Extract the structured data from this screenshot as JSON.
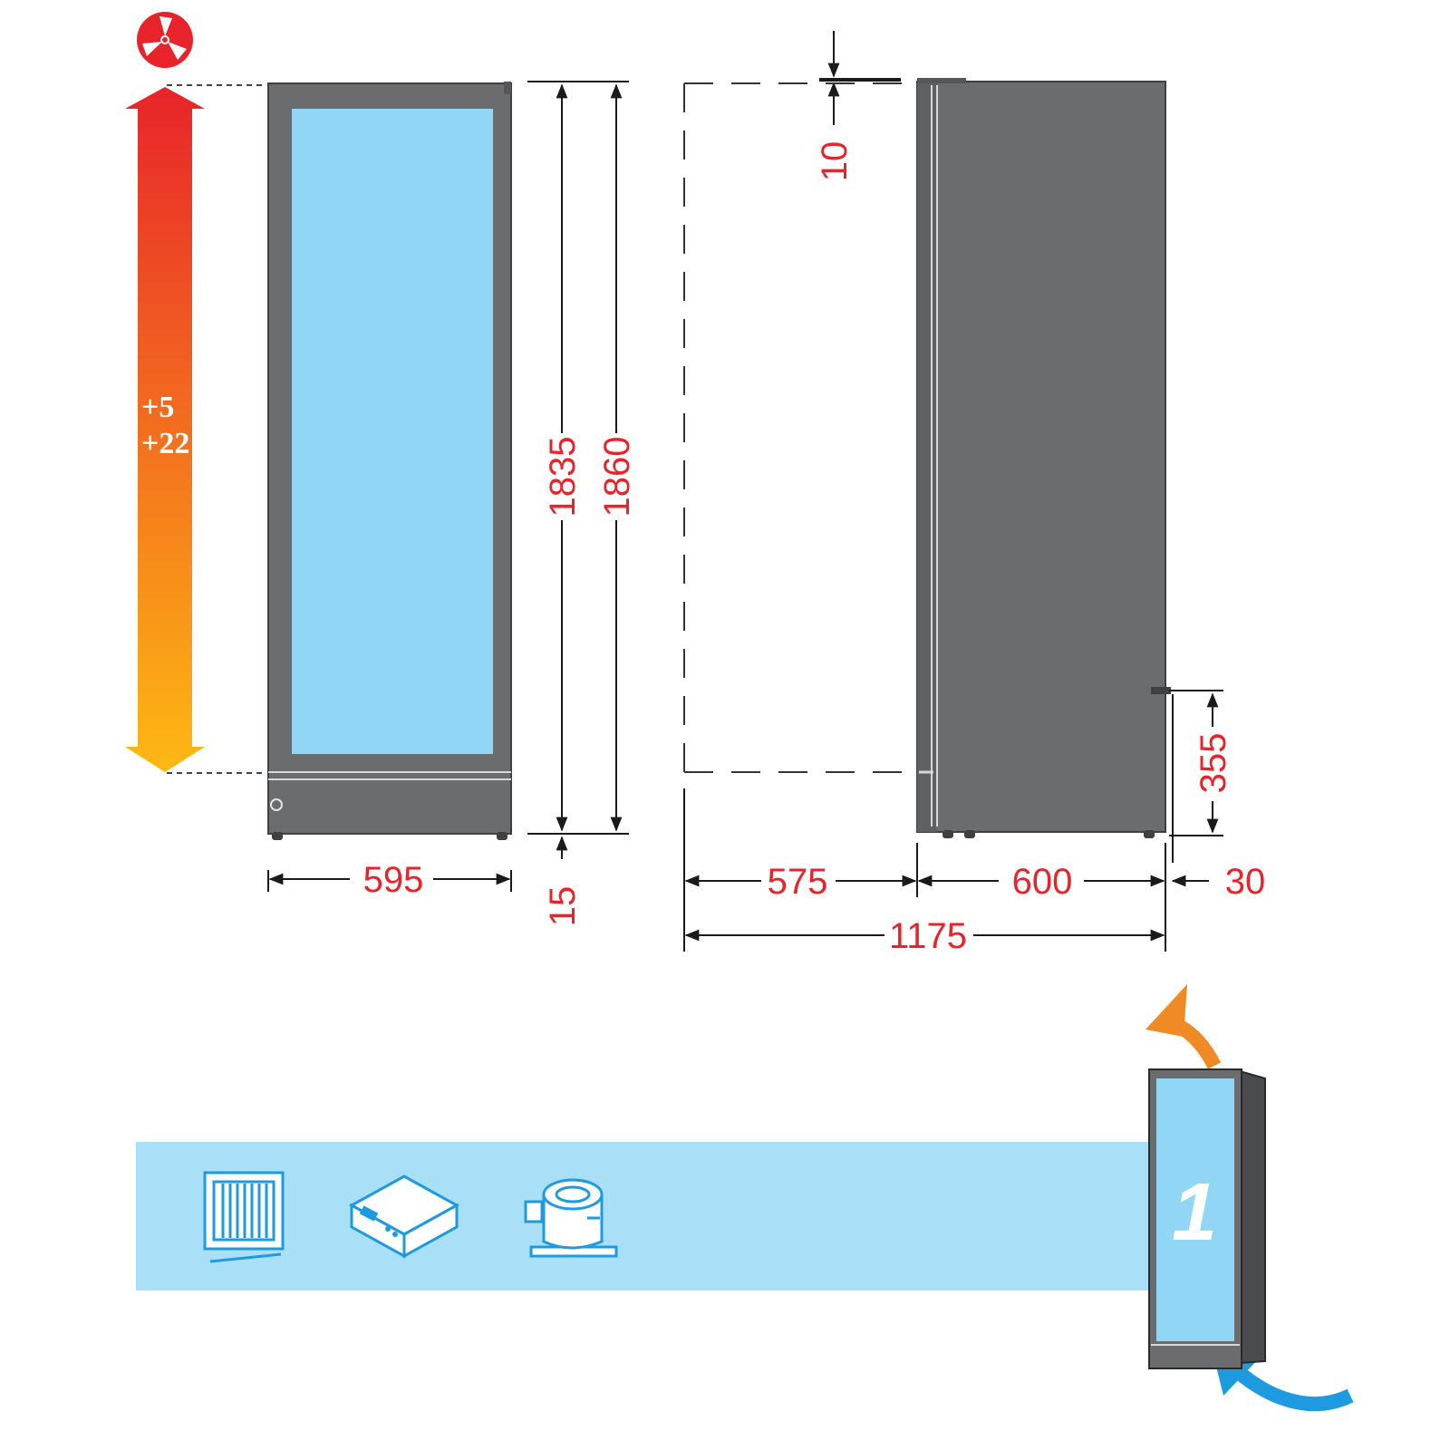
{
  "temperature": {
    "min": "+5",
    "max": "+22"
  },
  "dimensions": {
    "front_width": "595",
    "glass_height": "1835",
    "total_height": "1860",
    "foot_height": "15",
    "top_clearance": "10",
    "door_swing": "575",
    "depth": "600",
    "rear_gap": "30",
    "total_depth": "1175",
    "rear_height": "355"
  },
  "badge": {
    "door_count": "1"
  },
  "icons": [
    "fan-heat-icon",
    "evaporator-icon",
    "controller-icon",
    "compressor-icon"
  ],
  "colors": {
    "cabinet": "#6b6c6e",
    "glass": "#91d7f5",
    "dimension_text": "#e8232a",
    "band": "#a9e0f8",
    "gradient_top": "#e8242a",
    "gradient_bottom": "#fdb913",
    "airflow_out": "#f08a24",
    "airflow_in": "#1e9be0"
  }
}
